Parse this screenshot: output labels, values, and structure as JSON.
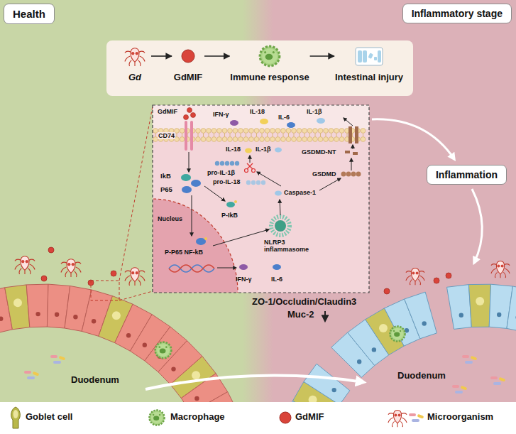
{
  "diagram": {
    "nodes": [
      {
        "text": [
          "Health"
        ]
      },
      {
        "text": [
          "Inflammatory stage"
        ]
      },
      {
        "text": [
          "Gd"
        ]
      },
      {
        "text": [
          "GdMIF"
        ]
      },
      {
        "text": [
          "Immune response"
        ]
      },
      {
        "text": [
          "Intestinal injury"
        ]
      },
      {
        "text": [
          "Inflammation"
        ]
      }
    ],
    "edges": [
      {
        "from": 2,
        "to": 3,
        "arrow": "to"
      },
      {
        "from": 3,
        "to": 4,
        "arrow": "to"
      },
      {
        "from": 4,
        "to": 5,
        "arrow": "to"
      }
    ],
    "labels": [
      "GdMIF",
      "CD74",
      "IFN-γ",
      "IL-18",
      "IL-6",
      "IL-1β",
      "IL-18",
      "IL-1β",
      "GSDMD-NT",
      "pro-IL-1β",
      "GSDMD",
      "pro-IL-18",
      "IkB",
      "P65",
      "Caspase-1",
      "P-IkB",
      "Nucleus",
      "P-P65 NF-kB",
      "NLRP3 inflammasome",
      "IFN-γ",
      "IL-6",
      "ZO-1/Occludin/Claudin3",
      "Muc-2",
      "Duodenum",
      "Duodenum"
    ],
    "legend": [
      {
        "text": "Goblet cell"
      },
      {
        "text": "Macrophage"
      },
      {
        "text": "GdMIF"
      },
      {
        "text": "Microorganism"
      }
    ]
  }
}
